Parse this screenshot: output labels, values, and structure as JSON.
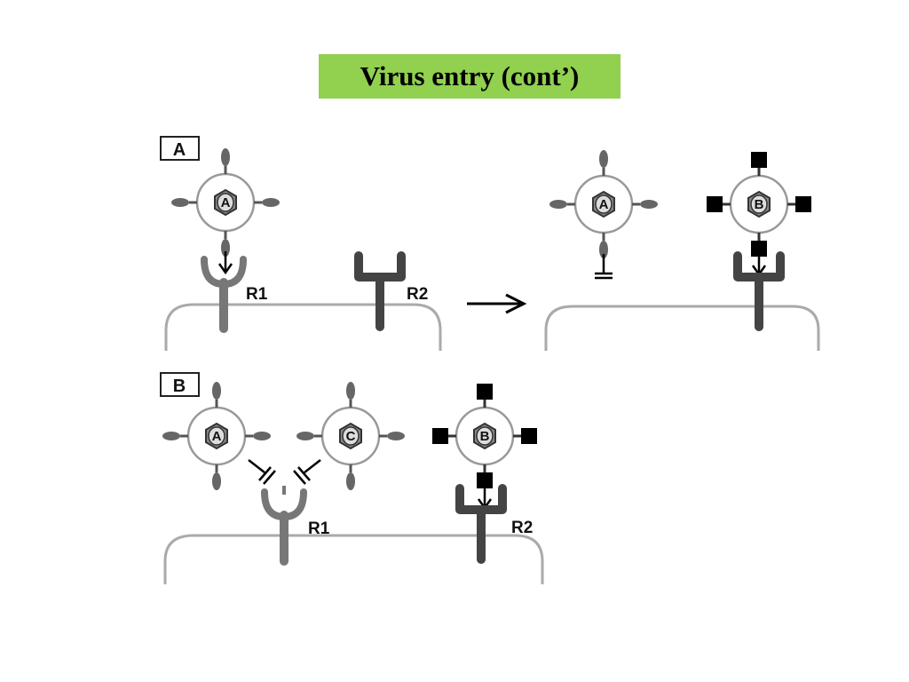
{
  "slide": {
    "title": "Virus entry (cont’)"
  },
  "panel_a": {
    "label": "A",
    "virus_a_label": "A",
    "virus_a2_label": "A",
    "virus_b_label": "B",
    "receptor_1_label": "R1",
    "receptor_2_label": "R2"
  },
  "panel_b": {
    "label": "B",
    "virus_a_label": "A",
    "virus_c_label": "C",
    "virus_b_label": "B",
    "receptor_1_label": "R1",
    "receptor_2_label": "R2"
  }
}
